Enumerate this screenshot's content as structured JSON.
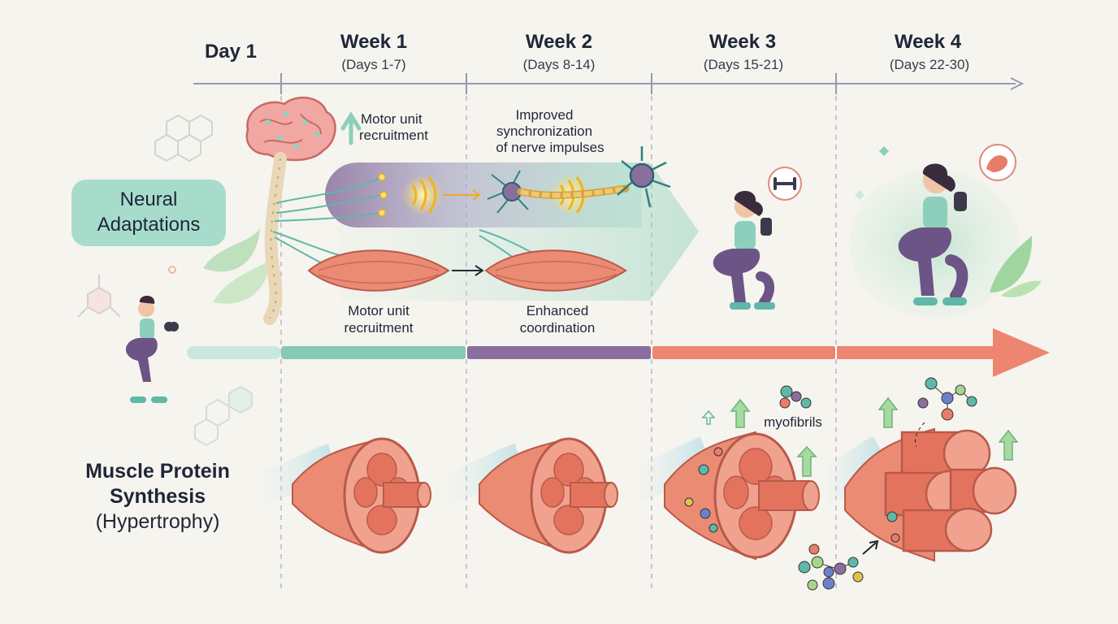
{
  "timeline": {
    "day1": "Day 1",
    "weeks": [
      {
        "label": "Week 1",
        "days": "(Days 1-7)"
      },
      {
        "label": "Week 2",
        "days": "(Days 8-14)"
      },
      {
        "label": "Week 3",
        "days": "(Days 15-21)"
      },
      {
        "label": "Week 4",
        "days": "(Days 22-30)"
      }
    ]
  },
  "neural": {
    "badge_line1": "Neural",
    "badge_line2": "Adaptations",
    "motor_top_line1": "Motor unit",
    "motor_top_line2": "recruitment",
    "sync_line1": "Improved",
    "sync_line2": "synchronization",
    "sync_line3": "of nerve impulses",
    "motor_bottom_line1": "Motor unit",
    "motor_bottom_line2": "recruitment",
    "coord_line1": "Enhanced",
    "coord_line2": "coordination"
  },
  "protein": {
    "title_line1": "Muscle Protein",
    "title_line2": "Synthesis",
    "subtitle": "(Hypertrophy)",
    "myofibrils": "myofibrils"
  },
  "colors": {
    "teal": "#8ccfbb",
    "purple": "#8a6f9e",
    "coral": "#ee8570",
    "badge": "#a7dccb"
  }
}
